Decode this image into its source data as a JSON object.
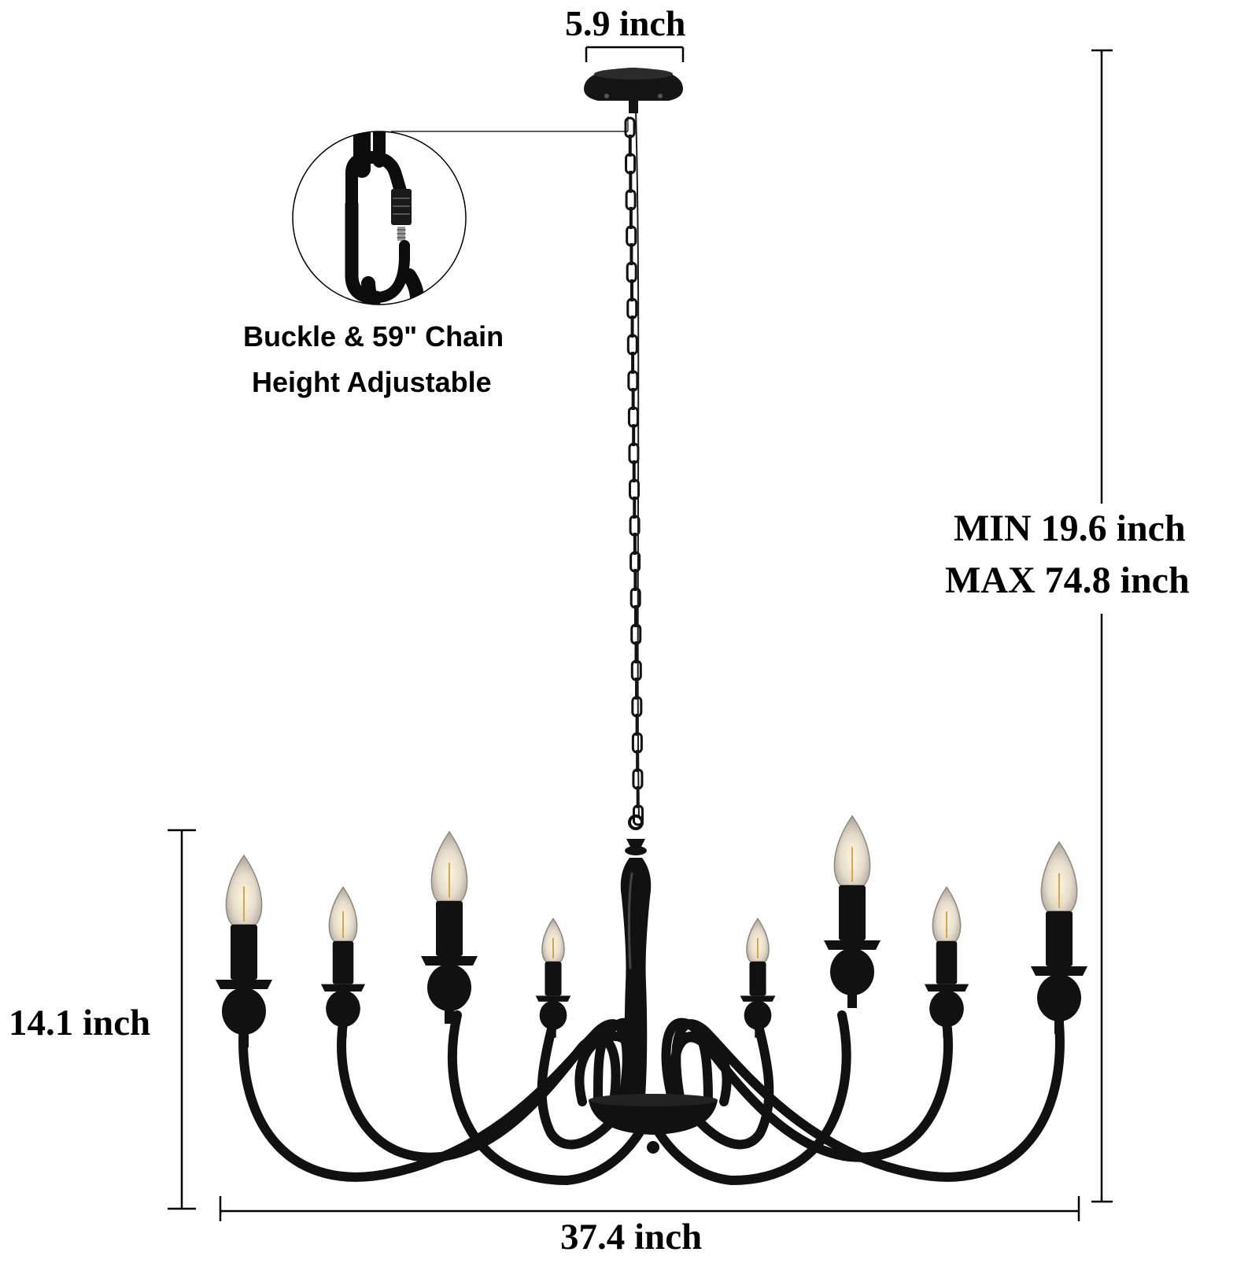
{
  "dimensions": {
    "canopy_width": "5.9 inch",
    "height_min": "MIN 19.6 inch",
    "height_max": "MAX 74.8 inch",
    "fixture_height": "14.1 inch",
    "fixture_width": "37.4 inch"
  },
  "callout": {
    "line1": "Buckle & 59\" Chain",
    "line2": "Height Adjustable",
    "icon": "chain-buckle-closeup"
  },
  "product": {
    "icon": "chandelier-eight-light",
    "finish_color": "#111111",
    "bulb_color": "#e8dcc6",
    "bulb_count": 8
  }
}
